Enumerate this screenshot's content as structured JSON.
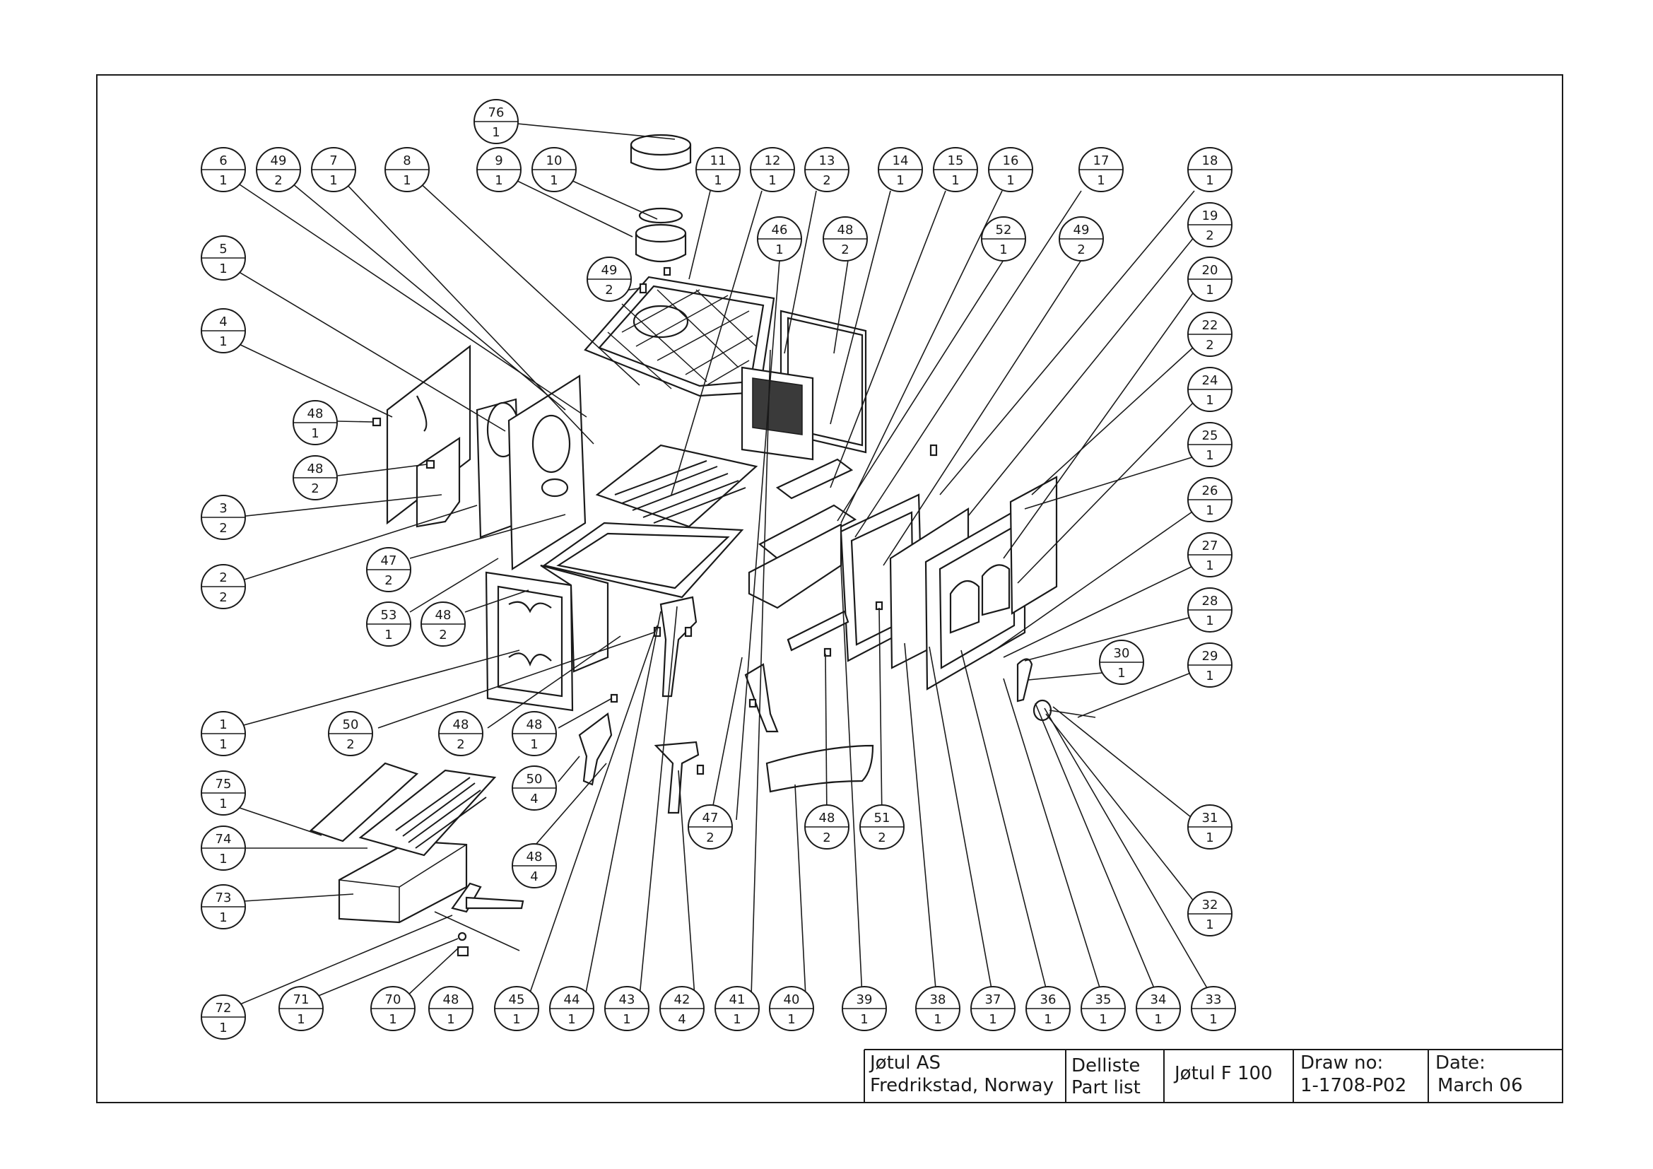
{
  "callouts": [
    {
      "num": "76",
      "qty": "1"
    },
    {
      "num": "6",
      "qty": "1"
    },
    {
      "num": "49",
      "qty": "2"
    },
    {
      "num": "7",
      "qty": "1"
    },
    {
      "num": "8",
      "qty": "1"
    },
    {
      "num": "9",
      "qty": "1"
    },
    {
      "num": "10",
      "qty": "1"
    },
    {
      "num": "11",
      "qty": "1"
    },
    {
      "num": "12",
      "qty": "1"
    },
    {
      "num": "13",
      "qty": "2"
    },
    {
      "num": "14",
      "qty": "1"
    },
    {
      "num": "15",
      "qty": "1"
    },
    {
      "num": "16",
      "qty": "1"
    },
    {
      "num": "17",
      "qty": "1"
    },
    {
      "num": "18",
      "qty": "1"
    },
    {
      "num": "19",
      "qty": "2"
    },
    {
      "num": "46",
      "qty": "1"
    },
    {
      "num": "48",
      "qty": "2"
    },
    {
      "num": "52",
      "qty": "1"
    },
    {
      "num": "49",
      "qty": "2"
    },
    {
      "num": "20",
      "qty": "1"
    },
    {
      "num": "5",
      "qty": "1"
    },
    {
      "num": "49",
      "qty": "2"
    },
    {
      "num": "22",
      "qty": "2"
    },
    {
      "num": "4",
      "qty": "1"
    },
    {
      "num": "24",
      "qty": "1"
    },
    {
      "num": "48",
      "qty": "1"
    },
    {
      "num": "25",
      "qty": "1"
    },
    {
      "num": "48",
      "qty": "2"
    },
    {
      "num": "26",
      "qty": "1"
    },
    {
      "num": "3",
      "qty": "2"
    },
    {
      "num": "27",
      "qty": "1"
    },
    {
      "num": "47",
      "qty": "2"
    },
    {
      "num": "2",
      "qty": "2"
    },
    {
      "num": "28",
      "qty": "1"
    },
    {
      "num": "53",
      "qty": "1"
    },
    {
      "num": "48",
      "qty": "2"
    },
    {
      "num": "30",
      "qty": "1"
    },
    {
      "num": "29",
      "qty": "1"
    },
    {
      "num": "1",
      "qty": "1"
    },
    {
      "num": "50",
      "qty": "2"
    },
    {
      "num": "48",
      "qty": "2"
    },
    {
      "num": "48",
      "qty": "1"
    },
    {
      "num": "50",
      "qty": "4"
    },
    {
      "num": "75",
      "qty": "1"
    },
    {
      "num": "47",
      "qty": "2"
    },
    {
      "num": "48",
      "qty": "2"
    },
    {
      "num": "51",
      "qty": "2"
    },
    {
      "num": "31",
      "qty": "1"
    },
    {
      "num": "74",
      "qty": "1"
    },
    {
      "num": "48",
      "qty": "4"
    },
    {
      "num": "73",
      "qty": "1"
    },
    {
      "num": "32",
      "qty": "1"
    },
    {
      "num": "72",
      "qty": "1"
    },
    {
      "num": "71",
      "qty": "1"
    },
    {
      "num": "70",
      "qty": "1"
    },
    {
      "num": "48",
      "qty": "1"
    },
    {
      "num": "45",
      "qty": "1"
    },
    {
      "num": "44",
      "qty": "1"
    },
    {
      "num": "43",
      "qty": "1"
    },
    {
      "num": "42",
      "qty": "4"
    },
    {
      "num": "41",
      "qty": "1"
    },
    {
      "num": "40",
      "qty": "1"
    },
    {
      "num": "39",
      "qty": "1"
    },
    {
      "num": "38",
      "qty": "1"
    },
    {
      "num": "37",
      "qty": "1"
    },
    {
      "num": "36",
      "qty": "1"
    },
    {
      "num": "35",
      "qty": "1"
    },
    {
      "num": "34",
      "qty": "1"
    },
    {
      "num": "33",
      "qty": "1"
    }
  ],
  "title_block": {
    "company": "Jøtul AS",
    "location": "Fredrikstad, Norway",
    "doc_type_no": "Delliste",
    "doc_type_en": "Part list",
    "product": "Jøtul F 100",
    "draw_no_label": "Draw no:",
    "draw_no": "1-1708-P02",
    "date_label": "Date:",
    "date": "March 06"
  }
}
